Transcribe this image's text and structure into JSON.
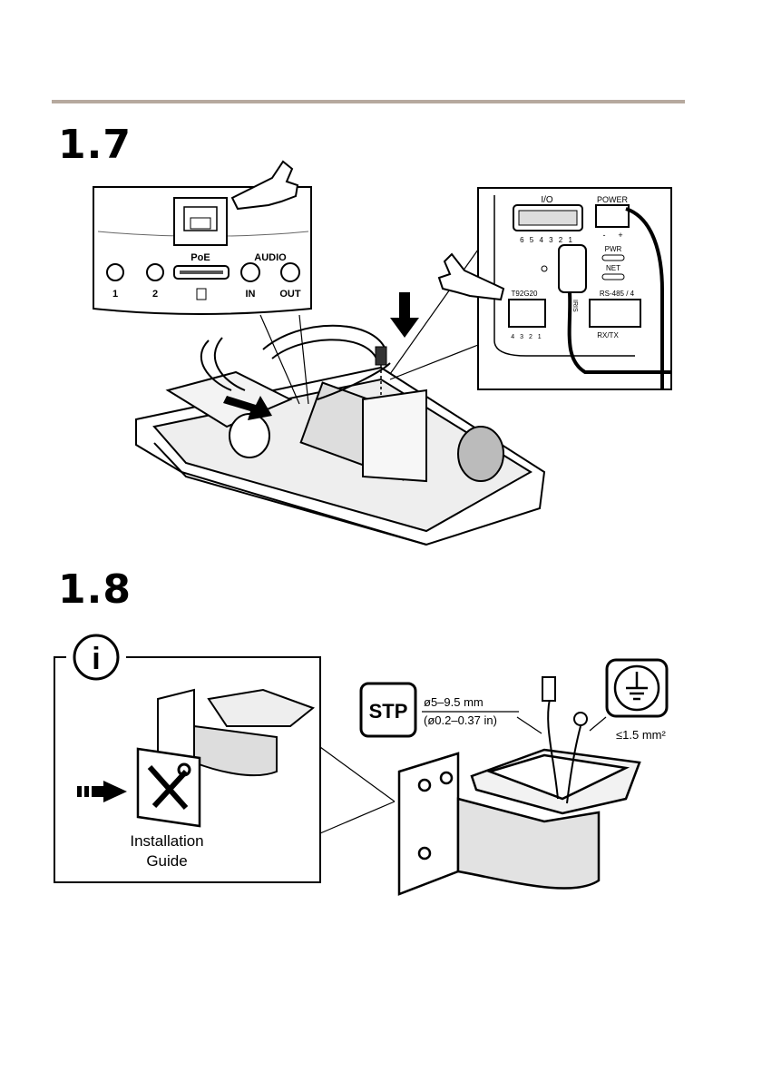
{
  "step_1_7": {
    "number": "1.7",
    "panel_left": {
      "connector_label": "PoE",
      "audio_label": "AUDIO",
      "jack_1": "1",
      "jack_2": "2",
      "jack_in": "IN",
      "jack_out": "OUT"
    },
    "panel_right": {
      "io_label": "I/O",
      "io_pins": "6 5 4 3 2 1",
      "power_label": "POWER",
      "power_minus": "-",
      "power_plus": "+",
      "pwr_led": "PWR",
      "net_led": "NET",
      "iris_connector": "T92G20",
      "iris_pins": "4 3 2 1",
      "iris_cable": "IRIS",
      "rs485_label": "RS-485 / 4",
      "rxtx_label": "RX/TX"
    }
  },
  "step_1_8": {
    "number": "1.8",
    "info_box": {
      "info_symbol": "i",
      "guide_line1": "Installation",
      "guide_line2": "Guide"
    },
    "cable": {
      "stp_label": "STP",
      "diameter_mm": "ø5–9.5 mm",
      "diameter_in": "(ø0.2–0.37 in)"
    },
    "ground": {
      "wire_spec": "≤1.5 mm²"
    }
  },
  "colors": {
    "rule": "#b6a99e",
    "ink": "#000000",
    "shade": "#c8c8c8"
  }
}
